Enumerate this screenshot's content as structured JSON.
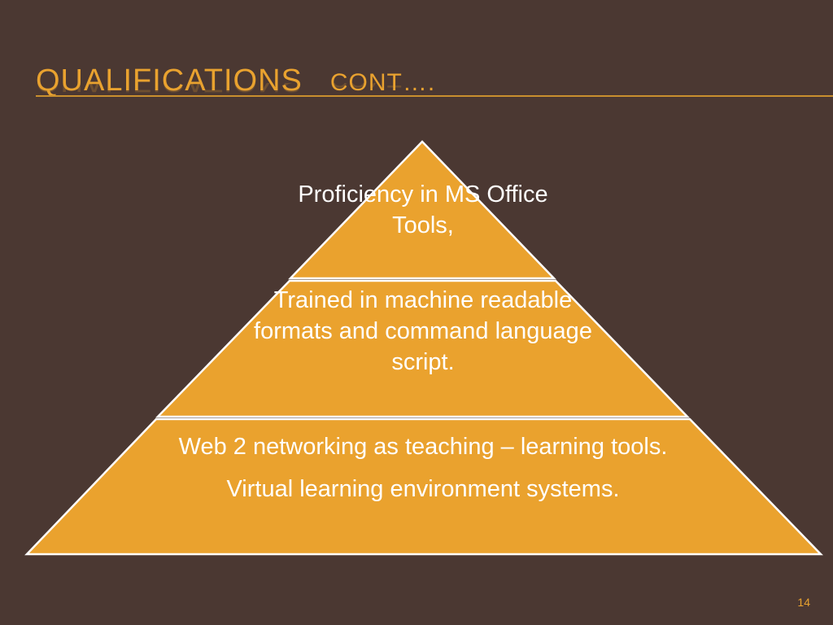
{
  "slide": {
    "title_main": "QUALIFICATIONS",
    "title_sub": "CONT….",
    "page_number": "14"
  },
  "pyramid": {
    "tiers": [
      {
        "lines": [
          "Proficiency in MS Office Tools,"
        ]
      },
      {
        "lines": [
          "Trained in machine readable formats and command language script."
        ]
      },
      {
        "lines": [
          "Web 2 networking  as teaching – learning tools.",
          "Virtual learning environment systems."
        ]
      }
    ]
  },
  "colors": {
    "background": "#4b3832",
    "accent": "#e9a22f",
    "tier_fill": "#eaa22e",
    "tier_stroke": "#ffffff"
  }
}
